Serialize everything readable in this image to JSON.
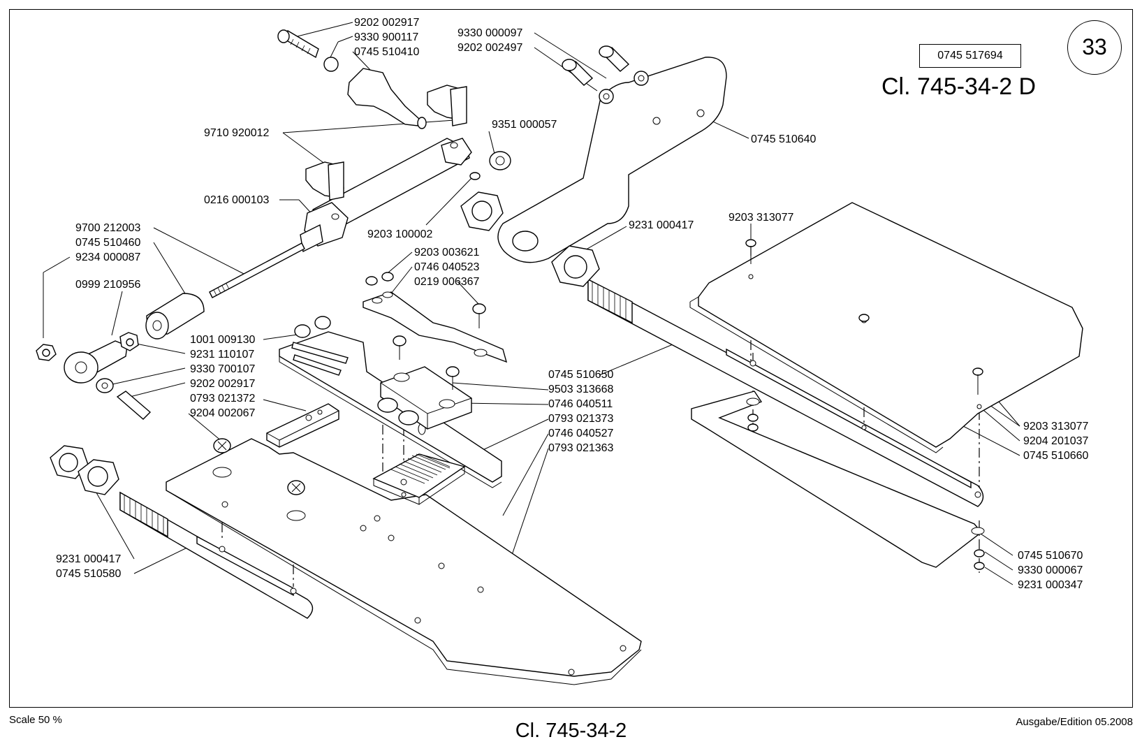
{
  "header": {
    "page_number": "33",
    "reference_number": "0745 517694",
    "model_title": "Cl. 745-34-2 D"
  },
  "footer": {
    "scale": "Scale 50 %",
    "model": "Cl. 745-34-2",
    "edition": "Ausgabe/Edition 05.2008"
  },
  "part_labels": [
    "9202 002917",
    "9330 900117",
    "0745 510410",
    "9330 000097",
    "9202 002497",
    "9710 920012",
    "9351 000057",
    "0745 510640",
    "0216 000103",
    "9700 212003",
    "0745 510460",
    "9234 000087",
    "9203 100002",
    "9231 000417",
    "9203 313077",
    "9203 003621",
    "0746 040523",
    "0219 006367",
    "0999 210956",
    "1001 009130",
    "9231 110107",
    "9330 700107",
    "9202 002917",
    "0793 021372",
    "9204 002067",
    "0745 510650",
    "9503 313668",
    "0746 040511",
    "0793 021373",
    "0746 040527",
    "0793 021363",
    "9203 313077",
    "9204 201037",
    "0745 510660",
    "9231 000417",
    "0745 510580",
    "0745 510670",
    "9330 000067",
    "9231 000347"
  ]
}
